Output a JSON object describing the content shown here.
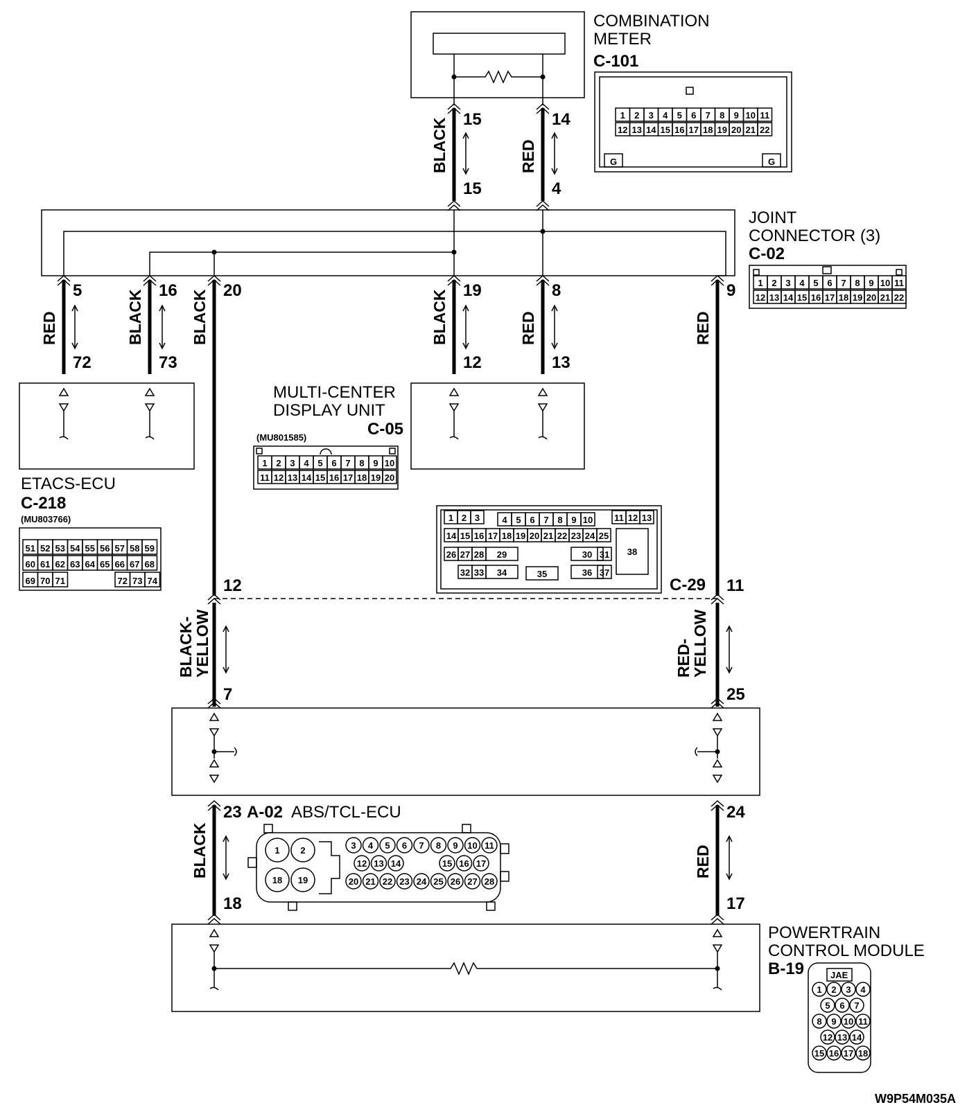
{
  "components": {
    "combination_meter": {
      "name_line1": "COMBINATION",
      "name_line2": "METER",
      "code": "C-101"
    },
    "joint_connector": {
      "name_line1": "JOINT",
      "name_line2": "CONNECTOR (3)",
      "code": "C-02"
    },
    "etacs": {
      "name": "ETACS-ECU",
      "code": "C-218",
      "part": "(MU803766)"
    },
    "multi_center": {
      "name_line1": "MULTI-CENTER",
      "name_line2": "DISPLAY UNIT",
      "code": "C-05",
      "part": "(MU801585)"
    },
    "c29": {
      "code": "C-29"
    },
    "abs": {
      "code": "A-02",
      "name": "ABS/TCL-ECU"
    },
    "pcm": {
      "name_line1": "POWERTRAIN",
      "name_line2": "CONTROL MODULE",
      "code": "B-19",
      "brand": "JAE"
    }
  },
  "wires": {
    "m15_top": "15",
    "m15_bot": "15",
    "m15_color": "BLACK",
    "m14_top": "14",
    "m14_bot": "4",
    "m14_color": "RED",
    "e5_top": "5",
    "e5_bot": "72",
    "e5_color": "RED",
    "e16_top": "16",
    "e16_bot": "73",
    "e16_color": "BLACK",
    "w20_top": "20",
    "w20_color": "BLACK",
    "d19_top": "19",
    "d19_bot": "12",
    "d19_color": "BLACK",
    "d8_top": "8",
    "d8_bot": "13",
    "d8_color": "RED",
    "w9_top": "9",
    "w9_color": "RED",
    "c29_left": "12",
    "c29_right": "11",
    "by_color_1": "BLACK-",
    "by_color_2": "YELLOW",
    "by_bot": "7",
    "ry_color_1": "RED-",
    "ry_color_2": "YELLOW",
    "ry_bot": "25",
    "a23_top": "23",
    "a23_bot": "18",
    "a23_color": "BLACK",
    "a24_top": "24",
    "a24_bot": "17",
    "a24_color": "RED"
  },
  "connectors": {
    "c101_row1": [
      "1",
      "2",
      "3",
      "4",
      "5",
      "6",
      "7",
      "8",
      "9",
      "10",
      "11"
    ],
    "c101_row2": [
      "12",
      "13",
      "14",
      "15",
      "16",
      "17",
      "18",
      "19",
      "20",
      "21",
      "22"
    ],
    "c101_ground": "G",
    "c02_row1": [
      "1",
      "2",
      "3",
      "4",
      "5",
      "6",
      "7",
      "8",
      "9",
      "10",
      "11"
    ],
    "c02_row2": [
      "12",
      "13",
      "14",
      "15",
      "16",
      "17",
      "18",
      "19",
      "20",
      "21",
      "22"
    ],
    "c05_row1": [
      "1",
      "2",
      "3",
      "4",
      "5",
      "6",
      "7",
      "8",
      "9",
      "10"
    ],
    "c05_row2": [
      "11",
      "12",
      "13",
      "14",
      "15",
      "16",
      "17",
      "18",
      "19",
      "20"
    ],
    "c218_row1": [
      "51",
      "52",
      "53",
      "54",
      "55",
      "56",
      "57",
      "58",
      "59"
    ],
    "c218_row2": [
      "60",
      "61",
      "62",
      "63",
      "64",
      "65",
      "66",
      "67",
      "68"
    ],
    "c218_row3a": [
      "69",
      "70",
      "71"
    ],
    "c218_row3b": [
      "72",
      "73",
      "74"
    ],
    "c29_row1a": [
      "1",
      "2",
      "3"
    ],
    "c29_row1b": [
      "4",
      "5",
      "6",
      "7",
      "8",
      "9",
      "10"
    ],
    "c29_row1c": [
      "11",
      "12",
      "13"
    ],
    "c29_row2": [
      "14",
      "15",
      "16",
      "17",
      "18",
      "19",
      "20",
      "21",
      "22",
      "23",
      "24",
      "25"
    ],
    "c29_r3a": [
      "26",
      "27",
      "28"
    ],
    "c29_29": "29",
    "c29_30": "30",
    "c29_31": "31",
    "c29_38": "38",
    "c29_r4a": [
      "32",
      "33"
    ],
    "c29_34": "34",
    "c29_35": "35",
    "c29_36": "36",
    "c29_37": "37",
    "a02_big": [
      "1",
      "2",
      "18",
      "19"
    ],
    "a02_row1": [
      "3",
      "4",
      "5",
      "6",
      "7",
      "8",
      "9",
      "10",
      "11"
    ],
    "a02_row2a": [
      "12",
      "13",
      "14"
    ],
    "a02_row2b": [
      "15",
      "16",
      "17"
    ],
    "a02_row3": [
      "20",
      "21",
      "22",
      "23",
      "24",
      "25",
      "26",
      "27",
      "28"
    ],
    "b19_rows": [
      [
        "1",
        "2",
        "3",
        "4"
      ],
      [
        "5",
        "6",
        "7"
      ],
      [
        "8",
        "9",
        "10",
        "11"
      ],
      [
        "12",
        "13",
        "14"
      ],
      [
        "15",
        "16",
        "17",
        "18"
      ]
    ]
  },
  "figure_id": "W9P54M035A"
}
